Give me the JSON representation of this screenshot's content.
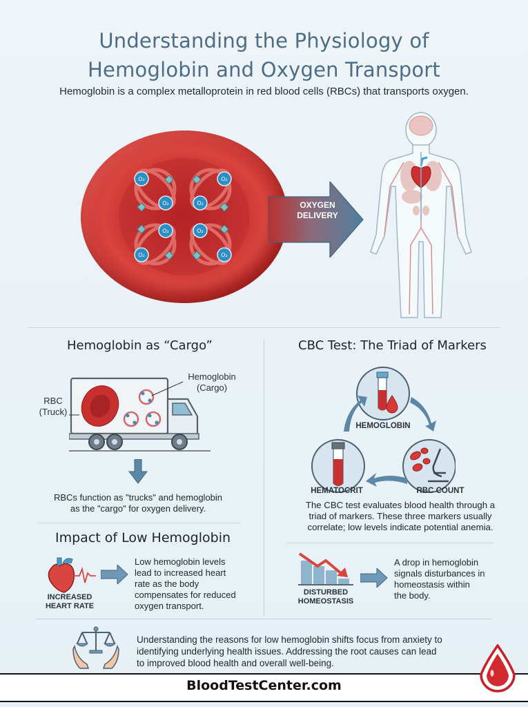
{
  "header": {
    "title_line1": "Understanding the Physiology of",
    "title_line2": "Hemoglobin and Oxygen Transport",
    "subtitle": "Hemoglobin is a complex metalloprotein in red blood cells (RBCs) that transports oxygen."
  },
  "hero": {
    "arrow_label_line1": "OXYGEN",
    "arrow_label_line2": "DELIVERY",
    "o2_label": "O₂",
    "icons": [
      "red-blood-cell-icon",
      "hemoglobin-molecule-icon",
      "arrow-right-icon",
      "human-body-circulatory-icon"
    ]
  },
  "cargo": {
    "title": "Hemoglobin as “Cargo”",
    "rbc_label_line1": "RBC",
    "rbc_label_line2": "(Truck)",
    "hb_label_line1": "Hemoglobin",
    "hb_label_line2": "(Cargo)",
    "caption_line1": "RBCs function as \"trucks\" and hemoglobin",
    "caption_line2": "as the \"cargo\" for oxygen delivery."
  },
  "cbc": {
    "title": "CBC Test: The Triad of Markers",
    "markers": [
      {
        "label": "HEMOGLOBIN",
        "icon": "test-tube-drop-icon"
      },
      {
        "label": "RBC COUNT",
        "icon": "microscope-icon"
      },
      {
        "label": "HEMATOCRIT",
        "icon": "test-tube-icon"
      }
    ],
    "caption_line1": "The CBC test evaluates blood health through a",
    "caption_line2": "triad of markers. These three markers usually",
    "caption_line3": "correlate; low levels indicate potential anemia."
  },
  "impact": {
    "title": "Impact of Low Hemoglobin",
    "heart": {
      "label_line1": "INCREASED",
      "label_line2": "HEART RATE",
      "text_lines": [
        "Low hemoglobin levels",
        "lead to increased heart",
        "rate as the body",
        "compensates for reduced",
        "oxygen transport."
      ]
    },
    "homeostasis": {
      "label_line1": "DISTURBED",
      "label_line2": "HOMEOSTASIS",
      "text_lines": [
        "A drop in hemoglobin",
        "signals disturbances in",
        "homeostasis within",
        "the body."
      ]
    }
  },
  "conclusion": {
    "text_lines": [
      "Understanding the reasons for low hemoglobin shifts focus from anxiety to",
      "identifying underlying health issues. Addressing the root causes can lead",
      "to improved blood health and overall well-being."
    ]
  },
  "footer": {
    "brand": "BloodTestCenter.com"
  },
  "colors": {
    "title": "#4d6d86",
    "blood_red": "#c8302f",
    "accent_blue": "#5c87a6",
    "background": "#eaf2f7"
  }
}
